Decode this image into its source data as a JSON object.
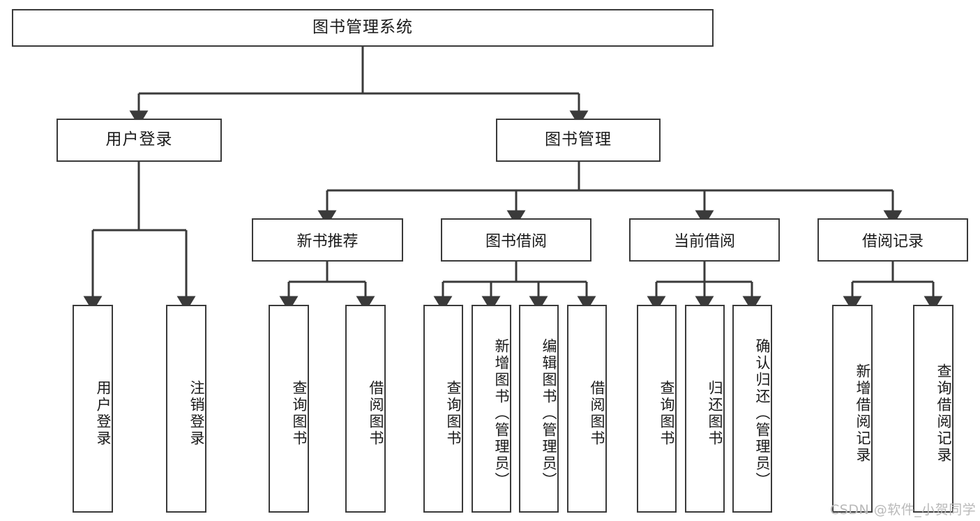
{
  "diagram": {
    "type": "tree-hierarchy",
    "title": "图书管理系统",
    "root": {
      "label": "图书管理系统"
    },
    "level2": [
      {
        "label": "用户登录"
      },
      {
        "label": "图书管理"
      }
    ],
    "level3": [
      {
        "label": "新书推荐"
      },
      {
        "label": "图书借阅"
      },
      {
        "label": "当前借阅"
      },
      {
        "label": "借阅记录"
      }
    ],
    "leaves": [
      {
        "label": "用户登录"
      },
      {
        "label": "注销登录"
      },
      {
        "label": "查询图书"
      },
      {
        "label": "借阅图书"
      },
      {
        "label": "查询图书"
      },
      {
        "label": "新增图书（管理员）"
      },
      {
        "label": "编辑图书（管理员）"
      },
      {
        "label": "借阅图书"
      },
      {
        "label": "查询图书"
      },
      {
        "label": "归还图书"
      },
      {
        "label": "确认归还（管理员）"
      },
      {
        "label": "新增借阅记录"
      },
      {
        "label": "查询借阅记录"
      }
    ]
  },
  "watermark": {
    "text": "CSDN @软件_小贺同学"
  },
  "colors": {
    "stroke": "#3a3a3a",
    "fill": "#ffffff",
    "text": "#1a1a1a",
    "watermark": "#b9b9b9"
  }
}
